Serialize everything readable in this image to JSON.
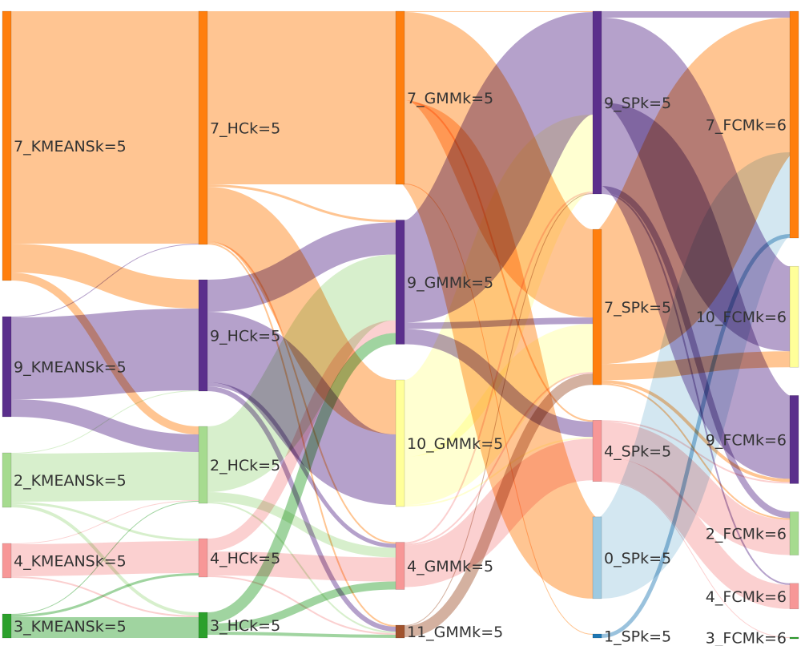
{
  "colors": {
    "orange": "#ff7f0e",
    "purple": "#5b2f8c",
    "green_light": "#a6db8f",
    "pink": "#f79797",
    "green_dark": "#2ca02c",
    "yellow": "#ffff99",
    "brown": "#a0522d",
    "blue_light": "#9ecae1",
    "blue": "#1f77b4"
  },
  "diagram": {
    "columns": [
      {
        "name": "KMEANS",
        "nodes": [
          {
            "id": "k7",
            "label": "7_KMEANSk=5",
            "color": "orange"
          },
          {
            "id": "k9",
            "label": "9_KMEANSk=5",
            "color": "purple"
          },
          {
            "id": "k2",
            "label": "2_KMEANSk=5",
            "color": "green_light"
          },
          {
            "id": "k4",
            "label": "4_KMEANSk=5",
            "color": "pink"
          },
          {
            "id": "k3",
            "label": "3_KMEANSk=5",
            "color": "green_dark"
          }
        ]
      },
      {
        "name": "HC",
        "nodes": [
          {
            "id": "h7",
            "label": "7_HCk=5",
            "color": "orange"
          },
          {
            "id": "h9",
            "label": "9_HCk=5",
            "color": "purple"
          },
          {
            "id": "h2",
            "label": "2_HCk=5",
            "color": "green_light"
          },
          {
            "id": "h4",
            "label": "4_HCk=5",
            "color": "pink"
          },
          {
            "id": "h3",
            "label": "3_HCk=5",
            "color": "green_dark"
          }
        ]
      },
      {
        "name": "GMM",
        "nodes": [
          {
            "id": "g7",
            "label": "7_GMMk=5",
            "color": "orange"
          },
          {
            "id": "g9",
            "label": "9_GMMk=5",
            "color": "purple"
          },
          {
            "id": "g10",
            "label": "10_GMMk=5",
            "color": "yellow"
          },
          {
            "id": "g4",
            "label": "4_GMMk=5",
            "color": "pink"
          },
          {
            "id": "g11",
            "label": "11_GMMk=5",
            "color": "brown"
          }
        ]
      },
      {
        "name": "SP",
        "nodes": [
          {
            "id": "s9",
            "label": "9_SPk=5",
            "color": "purple"
          },
          {
            "id": "s7",
            "label": "7_SPk=5",
            "color": "orange"
          },
          {
            "id": "s4",
            "label": "4_SPk=5",
            "color": "pink"
          },
          {
            "id": "s0",
            "label": "0_SPk=5",
            "color": "blue_light"
          },
          {
            "id": "s1",
            "label": "1_SPk=5",
            "color": "blue"
          }
        ]
      },
      {
        "name": "FCM",
        "nodes": [
          {
            "id": "f7",
            "label": "7_FCMk=6",
            "color": "orange"
          },
          {
            "id": "f10",
            "label": "10_FCMk=6",
            "color": "yellow"
          },
          {
            "id": "f9",
            "label": "9_FCMk=6",
            "color": "purple"
          },
          {
            "id": "f2",
            "label": "2_FCMk=6",
            "color": "green_light"
          },
          {
            "id": "f4",
            "label": "4_FCMk=6",
            "color": "pink"
          },
          {
            "id": "f3",
            "label": "3_FCMk=6",
            "color": "green_dark"
          }
        ]
      }
    ],
    "links": [
      {
        "source": "k7",
        "target": "h7",
        "value": 290,
        "color": "orange"
      },
      {
        "source": "k7",
        "target": "h9",
        "value": 36,
        "color": "orange"
      },
      {
        "source": "k7",
        "target": "h2",
        "value": 10,
        "color": "orange"
      },
      {
        "source": "k9",
        "target": "h7",
        "value": 1,
        "color": "purple"
      },
      {
        "source": "k9",
        "target": "h9",
        "value": 102,
        "color": "purple"
      },
      {
        "source": "k9",
        "target": "h2",
        "value": 22,
        "color": "purple"
      },
      {
        "source": "k2",
        "target": "h9",
        "value": 1,
        "color": "green_light"
      },
      {
        "source": "k2",
        "target": "h2",
        "value": 60,
        "color": "green_light"
      },
      {
        "source": "k2",
        "target": "h4",
        "value": 3,
        "color": "green_light"
      },
      {
        "source": "k2",
        "target": "h3",
        "value": 4,
        "color": "green_light"
      },
      {
        "source": "k4",
        "target": "h2",
        "value": 1,
        "color": "pink"
      },
      {
        "source": "k4",
        "target": "h4",
        "value": 40,
        "color": "pink"
      },
      {
        "source": "k4",
        "target": "h3",
        "value": 2,
        "color": "pink"
      },
      {
        "source": "k3",
        "target": "h2",
        "value": 1,
        "color": "green_dark"
      },
      {
        "source": "k3",
        "target": "h4",
        "value": 3,
        "color": "green_dark"
      },
      {
        "source": "k3",
        "target": "h3",
        "value": 26,
        "color": "green_dark"
      },
      {
        "source": "h7",
        "target": "g7",
        "value": 216,
        "color": "orange"
      },
      {
        "source": "h7",
        "target": "g9",
        "value": 3,
        "color": "orange"
      },
      {
        "source": "h7",
        "target": "g10",
        "value": 68,
        "color": "orange"
      },
      {
        "source": "h7",
        "target": "g4",
        "value": 2,
        "color": "orange"
      },
      {
        "source": "h7",
        "target": "g11",
        "value": 2,
        "color": "orange"
      },
      {
        "source": "h9",
        "target": "g9",
        "value": 40,
        "color": "purple"
      },
      {
        "source": "h9",
        "target": "g10",
        "value": 88,
        "color": "purple"
      },
      {
        "source": "h9",
        "target": "g4",
        "value": 5,
        "color": "purple"
      },
      {
        "source": "h9",
        "target": "g11",
        "value": 6,
        "color": "purple"
      },
      {
        "source": "h2",
        "target": "g9",
        "value": 82,
        "color": "green_light"
      },
      {
        "source": "h2",
        "target": "g4",
        "value": 12,
        "color": "green_light"
      },
      {
        "source": "h2",
        "target": "g11",
        "value": 2,
        "color": "green_light"
      },
      {
        "source": "h4",
        "target": "g9",
        "value": 16,
        "color": "pink"
      },
      {
        "source": "h4",
        "target": "g4",
        "value": 30,
        "color": "pink"
      },
      {
        "source": "h4",
        "target": "g11",
        "value": 2,
        "color": "pink"
      },
      {
        "source": "h3",
        "target": "g9",
        "value": 14,
        "color": "green_dark"
      },
      {
        "source": "h3",
        "target": "g4",
        "value": 10,
        "color": "green_dark"
      },
      {
        "source": "h3",
        "target": "g11",
        "value": 4,
        "color": "green_dark"
      },
      {
        "source": "g7",
        "target": "s9",
        "value": 1,
        "color": "orange"
      },
      {
        "source": "g7",
        "target": "s7",
        "value": 110,
        "color": "orange"
      },
      {
        "source": "g7",
        "target": "s4",
        "value": 2,
        "color": "orange"
      },
      {
        "source": "g7",
        "target": "s0",
        "value": 102,
        "color": "orange"
      },
      {
        "source": "g7",
        "target": "s1",
        "value": 1,
        "color": "orange"
      },
      {
        "source": "g9",
        "target": "s9",
        "value": 128,
        "color": "purple"
      },
      {
        "source": "g9",
        "target": "s7",
        "value": 8,
        "color": "purple"
      },
      {
        "source": "g9",
        "target": "s4",
        "value": 19,
        "color": "purple"
      },
      {
        "source": "g10",
        "target": "s9",
        "value": 96,
        "color": "yellow"
      },
      {
        "source": "g10",
        "target": "s7",
        "value": 60,
        "color": "yellow"
      },
      {
        "source": "g10",
        "target": "s4",
        "value": 2,
        "color": "yellow"
      },
      {
        "source": "g4",
        "target": "s9",
        "value": 2,
        "color": "pink"
      },
      {
        "source": "g4",
        "target": "s7",
        "value": 2,
        "color": "pink"
      },
      {
        "source": "g4",
        "target": "s4",
        "value": 52,
        "color": "pink"
      },
      {
        "source": "g11",
        "target": "s9",
        "value": 1,
        "color": "brown"
      },
      {
        "source": "g11",
        "target": "s7",
        "value": 14,
        "color": "brown"
      },
      {
        "source": "s9",
        "target": "f7",
        "value": 8,
        "color": "purple"
      },
      {
        "source": "s9",
        "target": "f10",
        "value": 106,
        "color": "purple"
      },
      {
        "source": "s9",
        "target": "f9",
        "value": 104,
        "color": "purple"
      },
      {
        "source": "s9",
        "target": "f2",
        "value": 8,
        "color": "purple"
      },
      {
        "source": "s9",
        "target": "f4",
        "value": 2,
        "color": "purple"
      },
      {
        "source": "s7",
        "target": "f7",
        "value": 168,
        "color": "orange"
      },
      {
        "source": "s7",
        "target": "f10",
        "value": 20,
        "color": "orange"
      },
      {
        "source": "s7",
        "target": "f9",
        "value": 4,
        "color": "orange"
      },
      {
        "source": "s7",
        "target": "f2",
        "value": 2,
        "color": "orange"
      },
      {
        "source": "s4",
        "target": "f9",
        "value": 2,
        "color": "pink"
      },
      {
        "source": "s4",
        "target": "f2",
        "value": 44,
        "color": "pink"
      },
      {
        "source": "s4",
        "target": "f4",
        "value": 30,
        "color": "pink"
      },
      {
        "source": "s4",
        "target": "f3",
        "value": 0.5,
        "color": "pink"
      },
      {
        "source": "s0",
        "target": "f7",
        "value": 102,
        "color": "blue_light"
      },
      {
        "source": "s1",
        "target": "f7",
        "value": 5,
        "color": "blue"
      }
    ]
  }
}
